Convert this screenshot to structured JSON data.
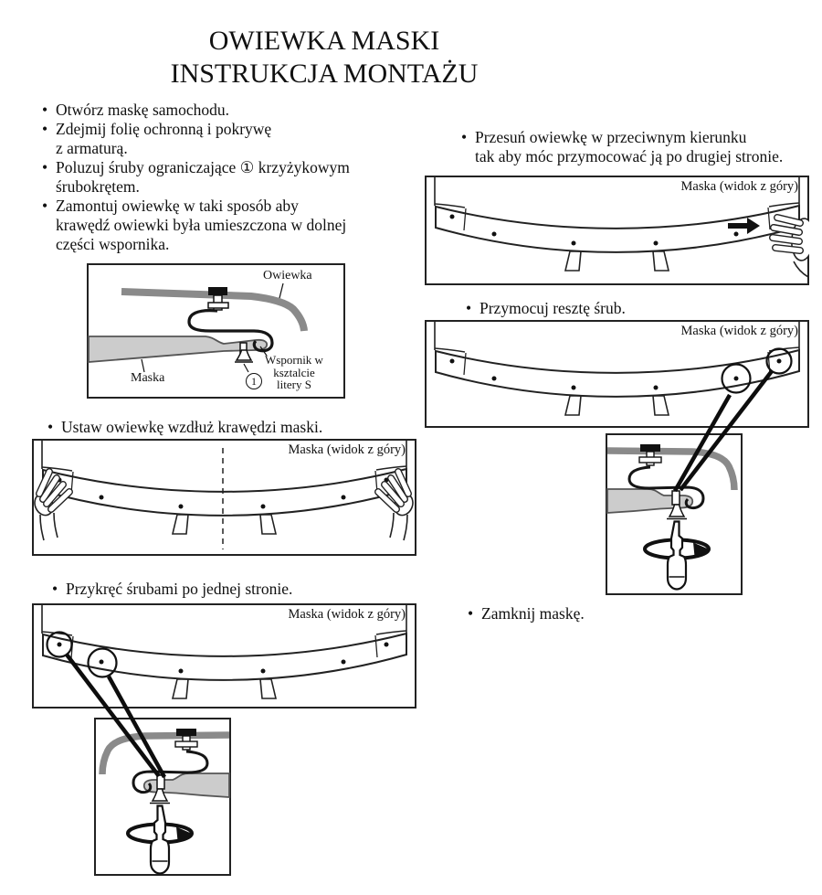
{
  "title": {
    "line1": "OWIEWKA MASKI",
    "line2": "INSTRUKCJA MONTAŻU"
  },
  "bullet_char": "•",
  "instructions_left": [
    {
      "lines": [
        "Otwórz maskę samochodu."
      ]
    },
    {
      "lines": [
        "Zdejmij folię ochronną i pokrywę",
        "z armaturą."
      ]
    },
    {
      "lines": [
        "Poluzuj śruby ograniczające ① krzyżykowym",
        "śrubokrętem."
      ]
    },
    {
      "lines": [
        "Zamontuj owiewkę w taki sposób aby",
        "krawędź owiewki była umieszczona w dolnej",
        "części wspornika."
      ]
    }
  ],
  "step_align": "Ustaw owiewkę wzdłuż krawędzi maski.",
  "step_screw_one_side": "Przykręć śrubami po jednej stronie.",
  "step_move": {
    "lines": [
      "Przesuń owiewkę w przeciwnym kierunku",
      "tak aby móc przymocować ją po drugiej stronie."
    ]
  },
  "step_fix_rest": "Przymocuj resztę śrub.",
  "step_close": "Zamknij maskę.",
  "diagram_labels": {
    "hood_top_view": "Maska (widok z góry)",
    "owiewka": "Owiewka",
    "maska": "Maska",
    "bracket_line1": "Wspornik w",
    "bracket_line2": "ksztalcie",
    "bracket_line3": "litery S",
    "callout_number": "1"
  }
}
